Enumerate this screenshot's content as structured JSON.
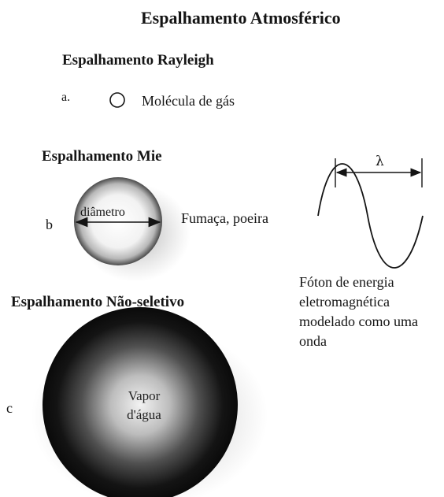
{
  "title": "Espalhamento Atmosférico",
  "rayleigh": {
    "heading": "Espalhamento Rayleigh",
    "label": "a.",
    "note": "Molécula de gás"
  },
  "mie": {
    "heading": "Espalhamento Mie",
    "label": "b",
    "diameter_label": "diâmetro",
    "note": "Fumaça, poeira"
  },
  "nonselective": {
    "heading": "Espalhamento Não-seletivo",
    "label": "c",
    "particle_line1": "Vapor",
    "particle_line2": "d'água"
  },
  "wave": {
    "symbol": "λ",
    "caption": "Fóton de energia eletromagnética modelado como uma onda"
  }
}
